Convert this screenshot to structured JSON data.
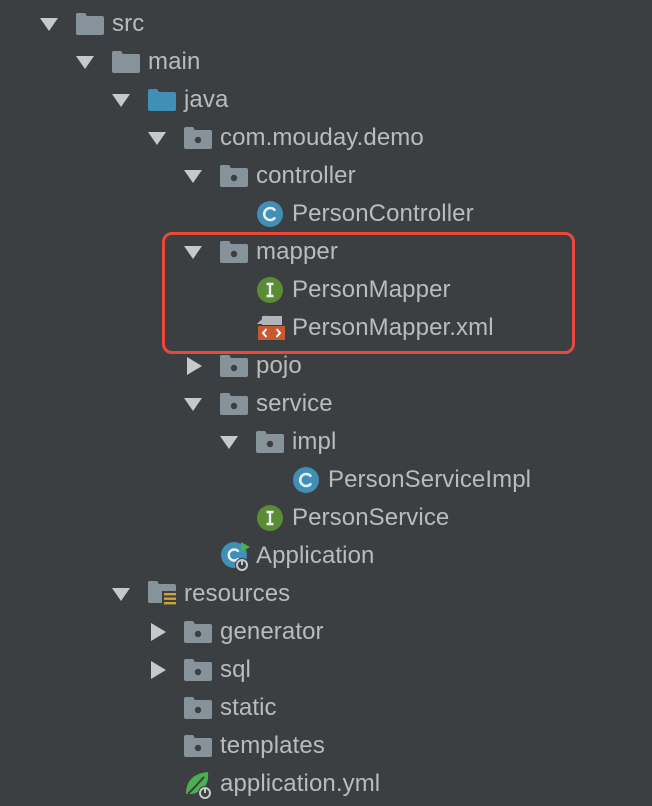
{
  "colors": {
    "background": "#3c3f41",
    "text": "#bbbbbb",
    "folder": "#87939a",
    "source_folder": "#3f8fb6",
    "class_icon": "#3f8fb6",
    "interface_icon": "#5a8c35",
    "xml_icon": "#c5592f",
    "spring_icon": "#4caf50",
    "highlight_border": "#e9493a"
  },
  "tree": {
    "rows": [
      {
        "label": "src",
        "arrow": "expanded",
        "icon": "folder-icon"
      },
      {
        "label": "main",
        "arrow": "expanded",
        "icon": "folder-icon"
      },
      {
        "label": "java",
        "arrow": "expanded",
        "icon": "source-folder-icon"
      },
      {
        "label": "com.mouday.demo",
        "arrow": "expanded",
        "icon": "package-icon"
      },
      {
        "label": "controller",
        "arrow": "expanded",
        "icon": "package-icon"
      },
      {
        "label": "PersonController",
        "arrow": "none",
        "icon": "class-icon"
      },
      {
        "label": "mapper",
        "arrow": "expanded",
        "icon": "package-icon"
      },
      {
        "label": "PersonMapper",
        "arrow": "none",
        "icon": "interface-icon"
      },
      {
        "label": "PersonMapper.xml",
        "arrow": "none",
        "icon": "xml-file-icon"
      },
      {
        "label": "pojo",
        "arrow": "collapsed",
        "icon": "package-icon"
      },
      {
        "label": "service",
        "arrow": "expanded",
        "icon": "package-icon"
      },
      {
        "label": "impl",
        "arrow": "expanded",
        "icon": "package-icon"
      },
      {
        "label": "PersonServiceImpl",
        "arrow": "none",
        "icon": "class-icon"
      },
      {
        "label": "PersonService",
        "arrow": "none",
        "icon": "interface-icon"
      },
      {
        "label": "Application",
        "arrow": "none",
        "icon": "spring-boot-class-icon"
      },
      {
        "label": "resources",
        "arrow": "expanded",
        "icon": "resources-folder-icon"
      },
      {
        "label": "generator",
        "arrow": "collapsed",
        "icon": "package-icon"
      },
      {
        "label": "sql",
        "arrow": "collapsed",
        "icon": "package-icon"
      },
      {
        "label": "static",
        "arrow": "none",
        "icon": "package-icon"
      },
      {
        "label": "templates",
        "arrow": "none",
        "icon": "package-icon"
      },
      {
        "label": "application.yml",
        "arrow": "none",
        "icon": "spring-config-icon"
      }
    ]
  }
}
